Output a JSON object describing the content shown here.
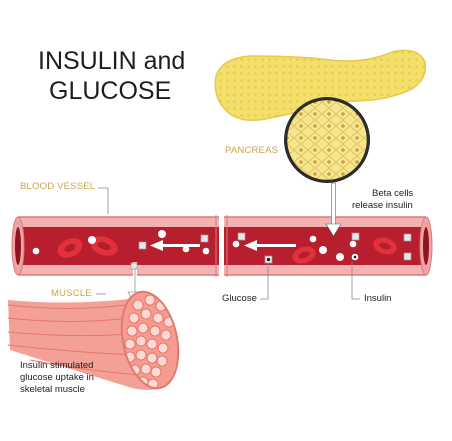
{
  "title": {
    "line1": "INSULIN and",
    "line2": "GLUCOSE"
  },
  "labels": {
    "pancreas": "PANCREAS",
    "blood_vessel": "BLOOD VESSEL",
    "muscle": "MUSCLE",
    "beta_cells_line1": "Beta cells",
    "beta_cells_line2": "release insulin",
    "glucose": "Glucose",
    "insulin": "Insulin",
    "uptake_line1": "Insulin stimulated",
    "uptake_line2": "glucose uptake in",
    "uptake_line3": "skeletal muscle"
  },
  "colors": {
    "pancreas": "#f4df6a",
    "vessel_wall": "#f4b2b2",
    "vessel_lumen": "#b81f2e",
    "red_cell": "#e3313c",
    "muscle": "#f08a82",
    "leader_lines": "#8a8a8a"
  }
}
